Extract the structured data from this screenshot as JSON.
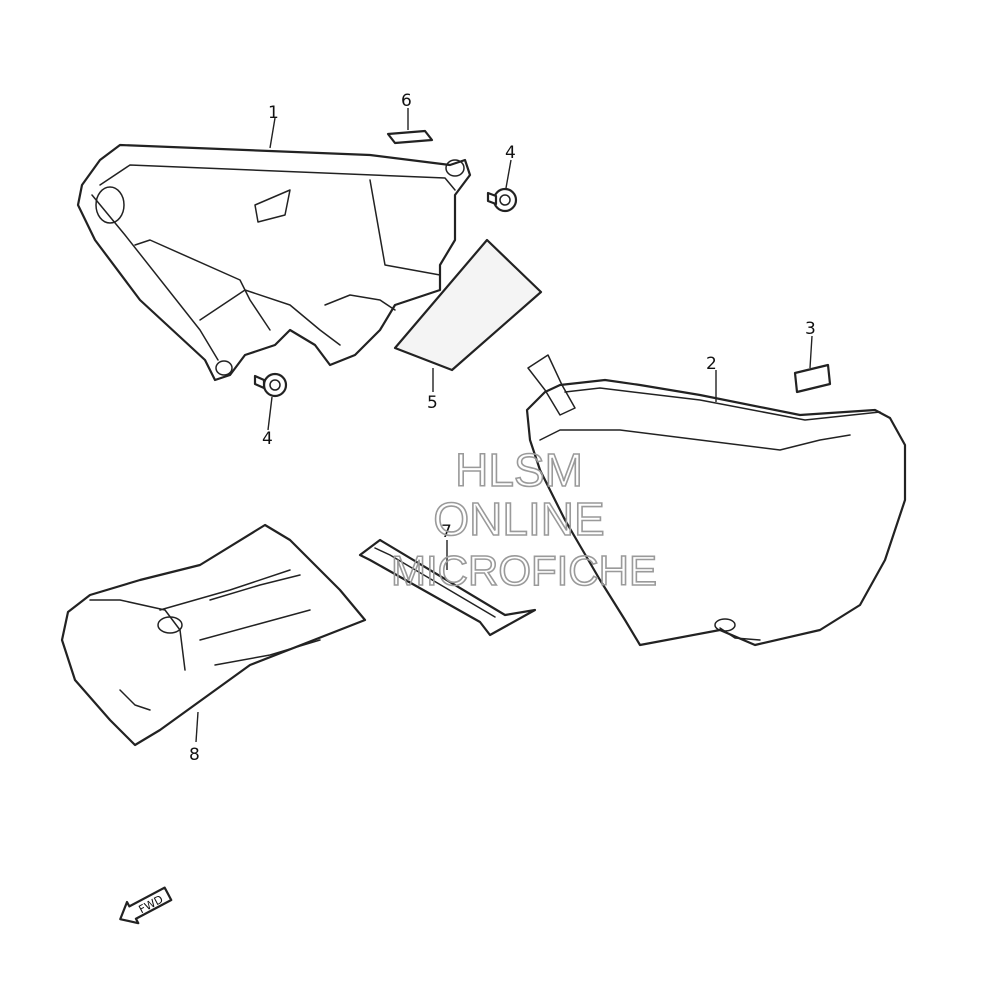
{
  "callouts": [
    {
      "id": "1",
      "label": "1"
    },
    {
      "id": "2",
      "label": "2"
    },
    {
      "id": "3",
      "label": "3"
    },
    {
      "id": "4a",
      "label": "4"
    },
    {
      "id": "4b",
      "label": "4"
    },
    {
      "id": "5",
      "label": "5"
    },
    {
      "id": "6",
      "label": "6"
    },
    {
      "id": "7",
      "label": "7"
    },
    {
      "id": "8",
      "label": "8"
    }
  ],
  "watermark": {
    "line1": "HLSM",
    "line2": "ONLINE",
    "line3": "MICROFICHE"
  },
  "fwd_label": "FWD"
}
